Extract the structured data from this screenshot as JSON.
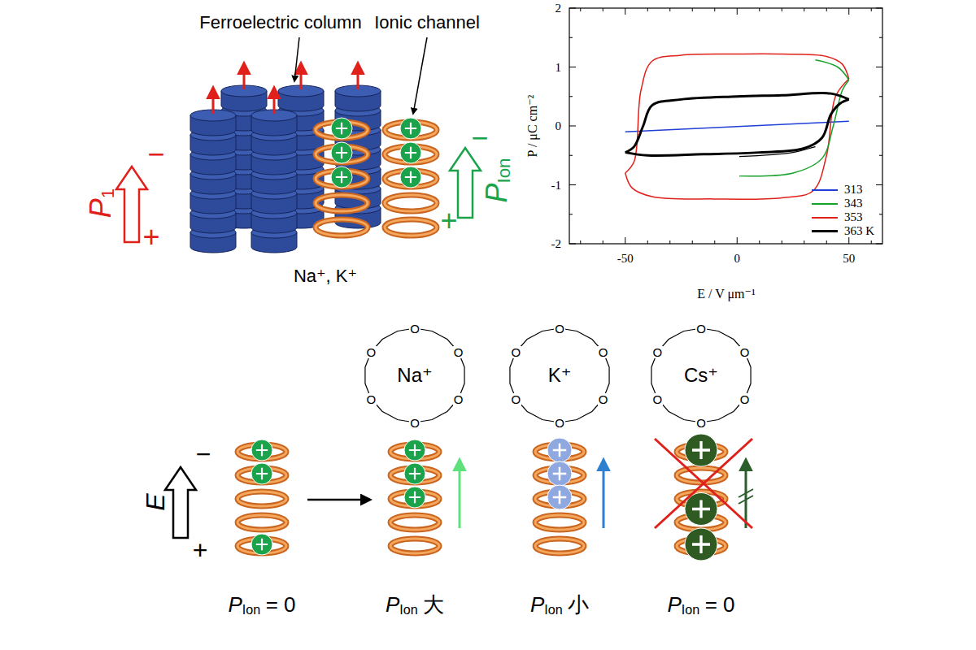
{
  "diagram": {
    "nodes": [
      {
        "text": [
          "Na⁺",
          "O",
          "O",
          "O",
          "O",
          "O",
          "O"
        ]
      },
      {
        "text": [
          "K⁺",
          "O",
          "O",
          "O",
          "O",
          "O",
          "O"
        ]
      },
      {
        "text": [
          "Cs⁺",
          "O",
          "O",
          "O",
          "O",
          "O",
          "O"
        ]
      }
    ],
    "labels": [
      "Ferroelectric column",
      "Ionic channel",
      "P",
      "1",
      "−",
      "+",
      "P",
      "Ion",
      "−",
      "+",
      "Na⁺, K⁺",
      "P / μC cm⁻²",
      "E / V μm⁻¹",
      "2",
      "1",
      "0",
      "-1",
      "-2",
      "-50",
      "0",
      "50",
      "E",
      "−",
      "+",
      "P",
      "Ion",
      "= 0",
      "P",
      "Ion",
      "大",
      "P",
      "Ion",
      "小",
      "P",
      "Ion",
      "= 0"
    ],
    "legend": [
      {
        "text": "313",
        "color": "#1f3fd6"
      },
      {
        "text": "343",
        "color": "#17a02a"
      },
      {
        "text": "353",
        "color": "#e0201b"
      },
      {
        "text": "363 K",
        "color": "#000000"
      }
    ]
  }
}
